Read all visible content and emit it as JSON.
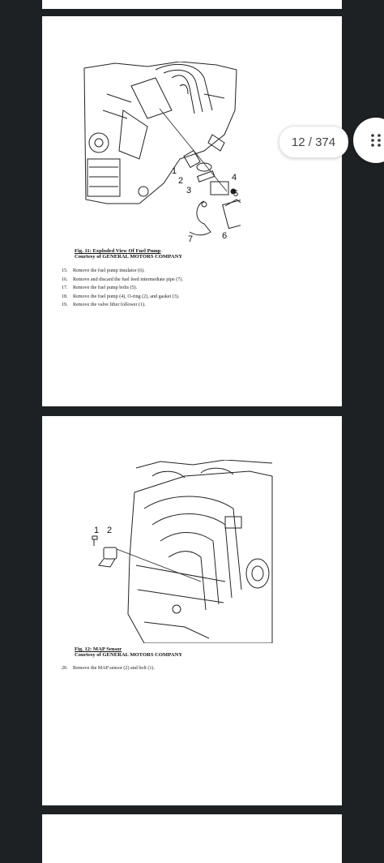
{
  "viewer": {
    "page_counter": "12 / 374",
    "menu_icon": "grid-dots-icon"
  },
  "pages": [
    {
      "figure": {
        "title": "Fig. 11: Exploded View Of Fuel Pump",
        "credit": "Courtesy of GENERAL MOTORS COMPANY",
        "callouts": [
          "1",
          "2",
          "3",
          "4",
          "5",
          "6",
          "7"
        ]
      },
      "steps": [
        {
          "num": "15.",
          "text": "Remove the fuel pump insulator (6)."
        },
        {
          "num": "16.",
          "text": "Remove and discard the fuel feed intermediate pipe (7)."
        },
        {
          "num": "17.",
          "text": "Remove the fuel pump bolts (5)."
        },
        {
          "num": "18.",
          "text": "Remove the fuel pump (4), O-ring (2), and gasket (3)."
        },
        {
          "num": "19.",
          "text": "Remove the valve lifter follower (1)."
        }
      ]
    },
    {
      "figure": {
        "title": "Fig. 12: MAP Sensor",
        "credit": "Courtesy of GENERAL MOTORS COMPANY",
        "callouts": [
          "1",
          "2"
        ]
      },
      "steps": [
        {
          "num": "20.",
          "text": "Remove the MAP sensor (2) and bolt (1)."
        }
      ]
    }
  ]
}
